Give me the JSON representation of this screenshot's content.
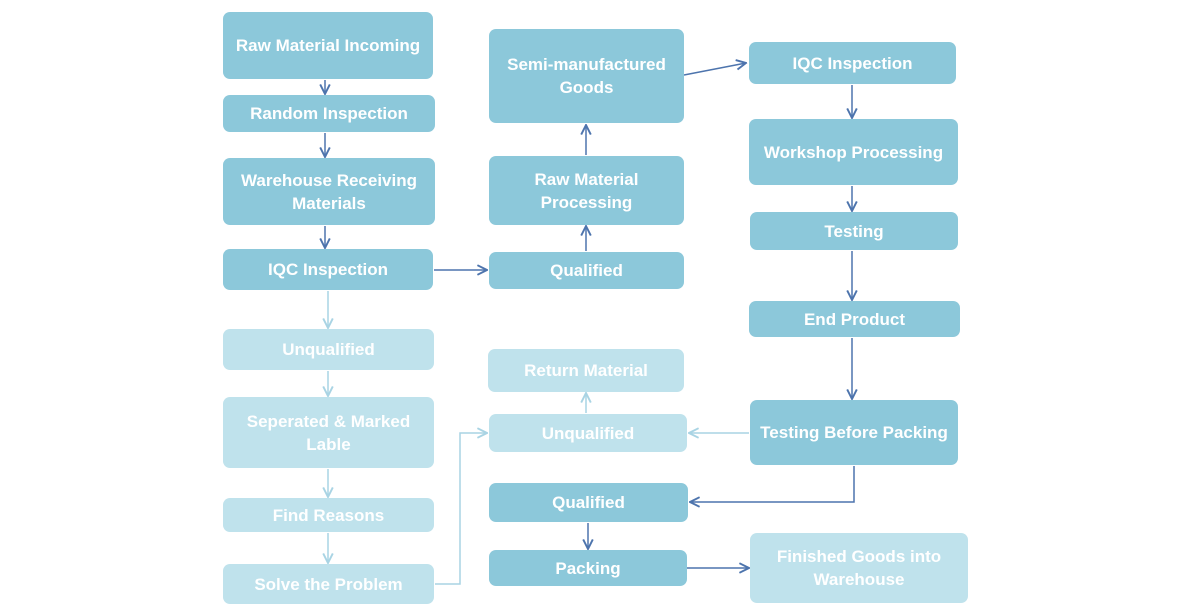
{
  "colors": {
    "box_dark": "#8cc8da",
    "box_light": "#bfe2ec",
    "arrow_dark": "#4d74ad",
    "arrow_light": "#a9d4e4",
    "text": "#ffffff"
  },
  "nodes": {
    "raw_material_incoming": "Raw Material Incoming",
    "random_inspection": "Random Inspection",
    "warehouse_receiving": "Warehouse Receiving Materials",
    "iqc_inspection_left": "IQC Inspection",
    "unqualified_left": "Unqualified",
    "separated_marked": "Seperated & Marked Lable",
    "find_reasons": "Find Reasons",
    "solve_problem": "Solve the Problem",
    "semi_manufactured": "Semi-manufactured Goods",
    "raw_material_processing": "Raw Material Processing",
    "qualified_middle": "Qualified",
    "return_material": "Return Material",
    "unqualified_middle": "Unqualified",
    "qualified_lower": "Qualified",
    "packing": "Packing",
    "iqc_inspection_right": "IQC Inspection",
    "workshop_processing": "Workshop Processing",
    "testing": "Testing",
    "end_product": "End Product",
    "testing_before_packing": "Testing Before Packing",
    "finished_goods": "Finished Goods into Warehouse"
  }
}
